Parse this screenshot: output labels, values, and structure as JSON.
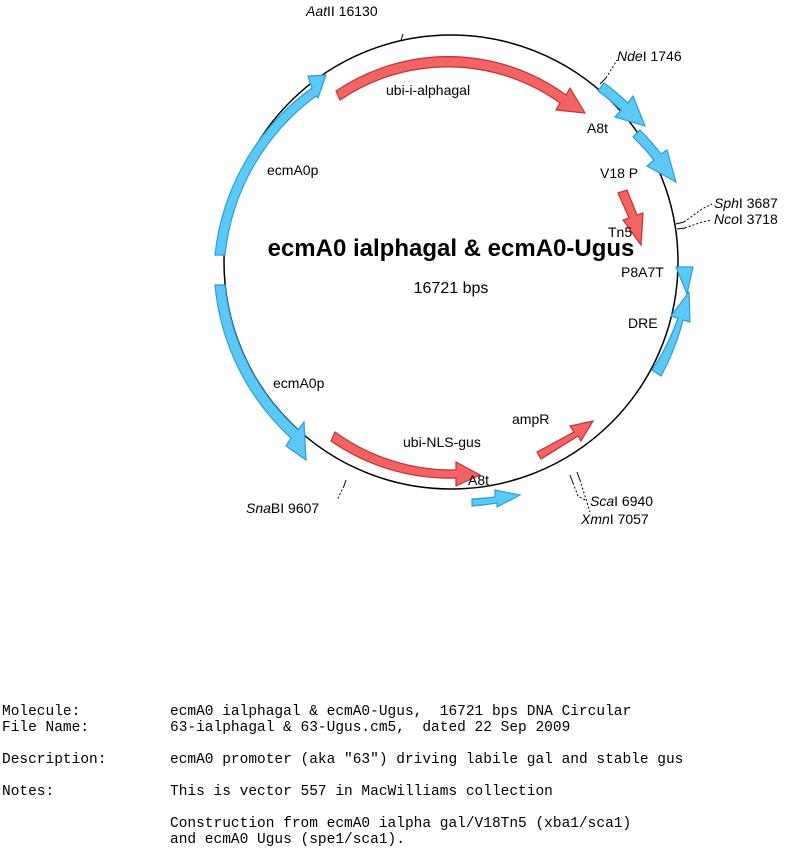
{
  "map": {
    "title": "ecmA0 ialphagal & ecmA0-Ugus",
    "size_label": "16721 bps",
    "total_bp": 16721,
    "colors": {
      "promoter": "#5bc8f5",
      "promoter_edge": "#2a9fd6",
      "gene": "#f26363",
      "gene_edge": "#c93030",
      "backbone": "#000000"
    },
    "restriction_sites": [
      {
        "italic": "Aat",
        "rest": "II 16130"
      },
      {
        "italic": "Nde",
        "rest": "I 1746"
      },
      {
        "italic": "Sph",
        "rest": "I 3687"
      },
      {
        "italic": "Nco",
        "rest": "I 3718"
      },
      {
        "italic": "Sca",
        "rest": "I 6940"
      },
      {
        "italic": "Xmn",
        "rest": "I 7057"
      },
      {
        "italic": "Sna",
        "rest": "BI 9607"
      }
    ],
    "feature_labels": {
      "ubi_i_alphagal": "ubi-i-alphagal",
      "a8t_top": "A8t",
      "v18p": "V18 P",
      "tn5": "Tn5",
      "p8a7t": "P8A7T",
      "dre": "DRE",
      "ecma0p_top": "ecmA0p",
      "ecma0p_bottom": "ecmA0p",
      "ubi_nls_gus": "ubi-NLS-gus",
      "a8t_bottom": "A8t",
      "ampr": "ampR"
    }
  },
  "info": [
    {
      "key": "Molecule:",
      "lines": [
        "ecmA0 ialphagal & ecmA0-Ugus,  16721 bps DNA Circular"
      ]
    },
    {
      "key": "File Name:",
      "lines": [
        "63-ialphagal & 63-Ugus.cm5,  dated 22 Sep 2009"
      ]
    },
    {
      "key": "Description:",
      "lines": [
        "ecmA0 promoter (aka \"63\") driving labile gal and stable gus"
      ]
    },
    {
      "key": "Notes:",
      "lines": [
        "This is vector 557 in MacWilliams collection"
      ]
    },
    {
      "key": "",
      "lines": [
        "Construction from ecmA0 ialpha gal/V18Tn5 (xba1/sca1)",
        "and ecmA0 Ugus (spe1/sca1)."
      ]
    }
  ]
}
